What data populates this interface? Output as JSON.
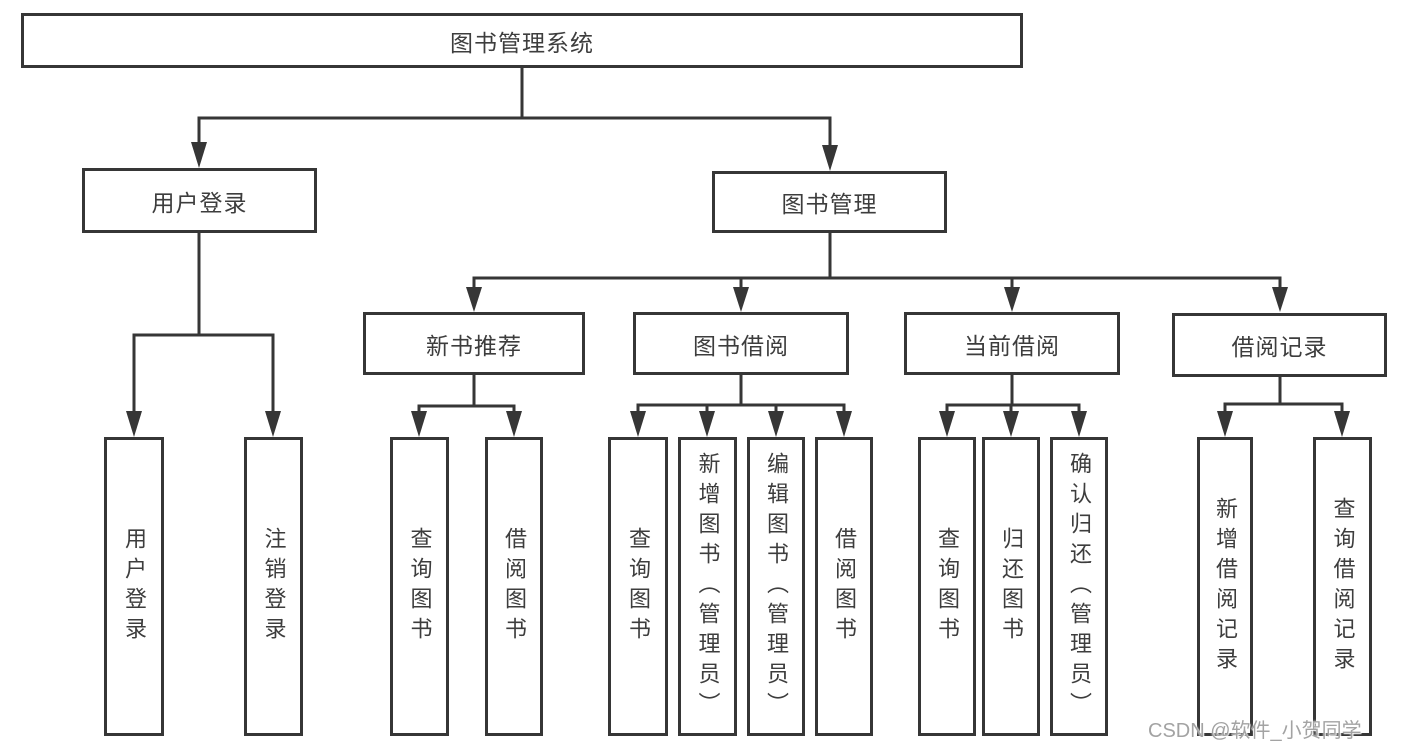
{
  "diagram": {
    "root": {
      "label": "图书管理系统"
    },
    "branches": [
      {
        "label": "用户登录",
        "children": [
          {
            "label": "用户登录"
          },
          {
            "label": "注销登录"
          }
        ]
      },
      {
        "label": "图书管理",
        "children": [
          {
            "label": "新书推荐",
            "children": [
              {
                "label": "查询图书"
              },
              {
                "label": "借阅图书"
              }
            ]
          },
          {
            "label": "图书借阅",
            "children": [
              {
                "label": "查询图书"
              },
              {
                "label": "新增图书（管理员）"
              },
              {
                "label": "编辑图书（管理员）"
              },
              {
                "label": "借阅图书"
              }
            ]
          },
          {
            "label": "当前借阅",
            "children": [
              {
                "label": "查询图书"
              },
              {
                "label": "归还图书"
              },
              {
                "label": "确认归还（管理员）"
              }
            ]
          },
          {
            "label": "借阅记录",
            "children": [
              {
                "label": "新增借阅记录"
              },
              {
                "label": "查询借阅记录"
              }
            ]
          }
        ]
      }
    ],
    "watermark": "CSDN @软件_小贺同学",
    "colors": {
      "line": "#363636",
      "text": "#3d3d3d",
      "watermark": "#a3a3a3",
      "background": "#ffffff"
    }
  }
}
